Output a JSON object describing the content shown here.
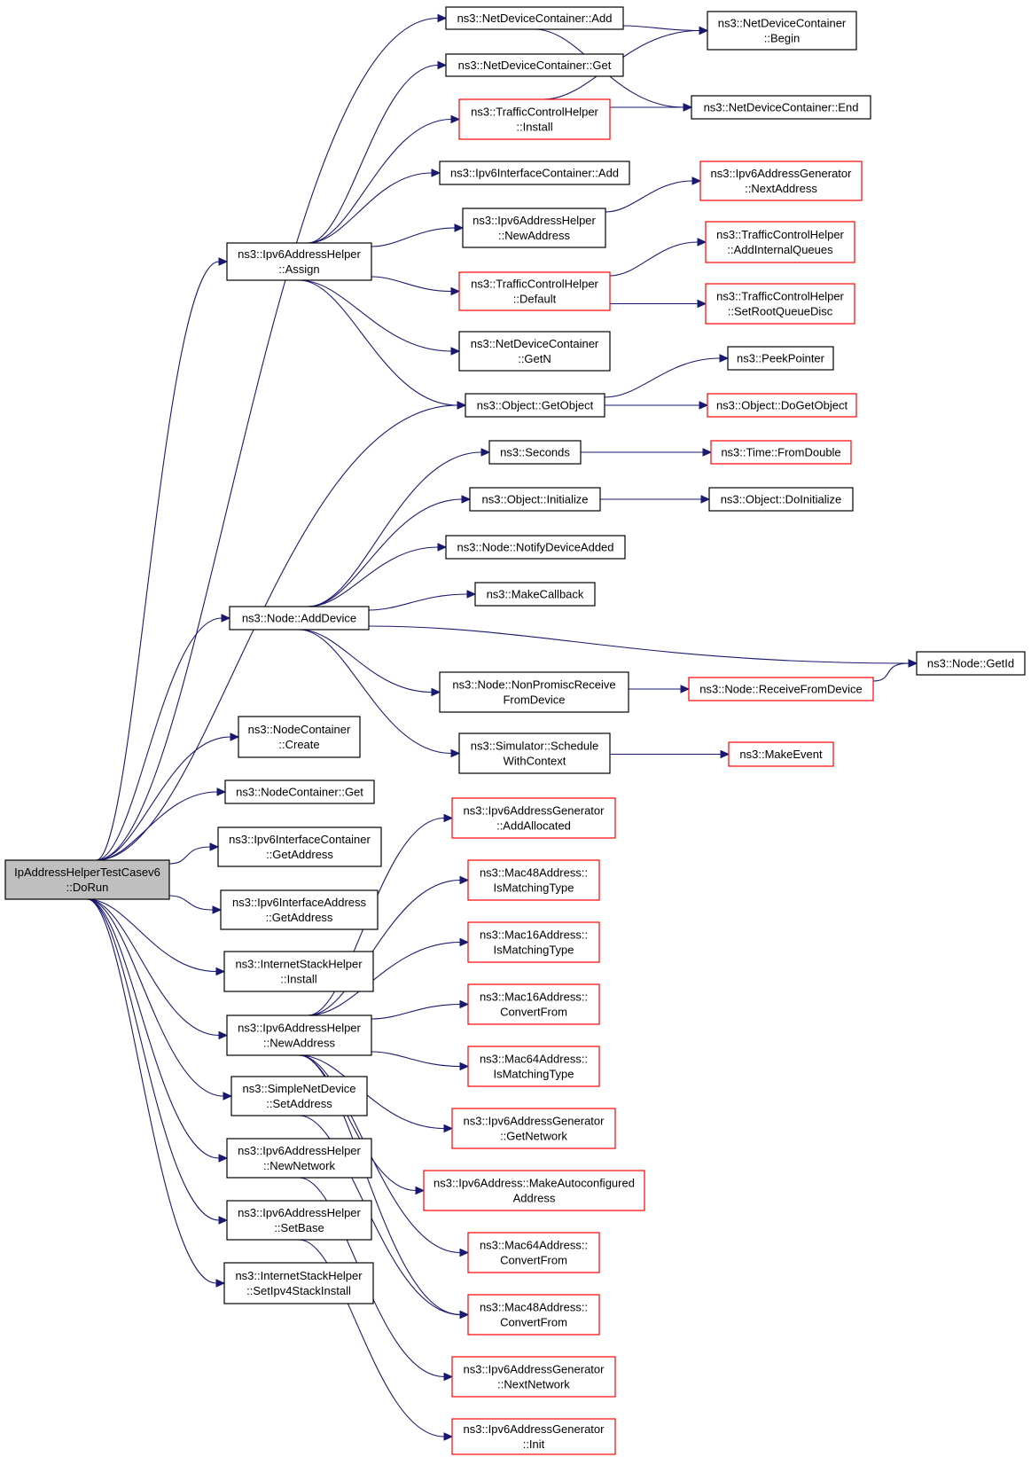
{
  "colors": {
    "edge": "#191970",
    "border_default": "#000000",
    "border_external": "#ff0000",
    "root_fill": "#bfbfbf",
    "node_fill": "#ffffff"
  },
  "nodes": [
    {
      "id": "root",
      "lines": [
        "IpAddressHelperTestCasev6",
        "::DoRun"
      ],
      "kind": "root"
    },
    {
      "id": "ndc_add",
      "lines": [
        "ns3::NetDeviceContainer::Add"
      ],
      "kind": "default"
    },
    {
      "id": "ndc_get",
      "lines": [
        "ns3::NetDeviceContainer::Get"
      ],
      "kind": "default"
    },
    {
      "id": "tch_install",
      "lines": [
        "ns3::TrafficControlHelper",
        "::Install"
      ],
      "kind": "external"
    },
    {
      "id": "ndc_begin",
      "lines": [
        "ns3::NetDeviceContainer",
        "::Begin"
      ],
      "kind": "default"
    },
    {
      "id": "ndc_end",
      "lines": [
        "ns3::NetDeviceContainer::End"
      ],
      "kind": "default"
    },
    {
      "id": "v6ic_add",
      "lines": [
        "ns3::Ipv6InterfaceContainer::Add"
      ],
      "kind": "default"
    },
    {
      "id": "v6ag_nextaddr",
      "lines": [
        "ns3::Ipv6AddressGenerator",
        "::NextAddress"
      ],
      "kind": "external"
    },
    {
      "id": "v6ah_newaddr_top",
      "lines": [
        "ns3::Ipv6AddressHelper",
        "::NewAddress"
      ],
      "kind": "default"
    },
    {
      "id": "v6ah_assign",
      "lines": [
        "ns3::Ipv6AddressHelper",
        "::Assign"
      ],
      "kind": "default"
    },
    {
      "id": "tch_addinternal",
      "lines": [
        "ns3::TrafficControlHelper",
        "::AddInternalQueues"
      ],
      "kind": "external"
    },
    {
      "id": "tch_default",
      "lines": [
        "ns3::TrafficControlHelper",
        "::Default"
      ],
      "kind": "external"
    },
    {
      "id": "tch_setroot",
      "lines": [
        "ns3::TrafficControlHelper",
        "::SetRootQueueDisc"
      ],
      "kind": "external"
    },
    {
      "id": "ndc_getn",
      "lines": [
        "ns3::NetDeviceContainer",
        "::GetN"
      ],
      "kind": "default"
    },
    {
      "id": "peekpointer",
      "lines": [
        "ns3::PeekPointer"
      ],
      "kind": "default"
    },
    {
      "id": "obj_getobject",
      "lines": [
        "ns3::Object::GetObject"
      ],
      "kind": "default"
    },
    {
      "id": "obj_dogetobject",
      "lines": [
        "ns3::Object::DoGetObject"
      ],
      "kind": "external"
    },
    {
      "id": "seconds",
      "lines": [
        "ns3::Seconds"
      ],
      "kind": "default"
    },
    {
      "id": "time_fromdouble",
      "lines": [
        "ns3::Time::FromDouble"
      ],
      "kind": "external"
    },
    {
      "id": "obj_initialize",
      "lines": [
        "ns3::Object::Initialize"
      ],
      "kind": "default"
    },
    {
      "id": "obj_doinitialize",
      "lines": [
        "ns3::Object::DoInitialize"
      ],
      "kind": "default"
    },
    {
      "id": "node_notify",
      "lines": [
        "ns3::Node::NotifyDeviceAdded"
      ],
      "kind": "default"
    },
    {
      "id": "makecallback",
      "lines": [
        "ns3::MakeCallback"
      ],
      "kind": "default"
    },
    {
      "id": "node_adddevice",
      "lines": [
        "ns3::Node::AddDevice"
      ],
      "kind": "default"
    },
    {
      "id": "node_getid",
      "lines": [
        "ns3::Node::GetId"
      ],
      "kind": "default"
    },
    {
      "id": "node_nonpromisc",
      "lines": [
        "ns3::Node::NonPromiscReceive",
        "FromDevice"
      ],
      "kind": "default"
    },
    {
      "id": "node_receivefrom",
      "lines": [
        "ns3::Node::ReceiveFromDevice"
      ],
      "kind": "external"
    },
    {
      "id": "sim_schedule",
      "lines": [
        "ns3::Simulator::Schedule",
        "WithContext"
      ],
      "kind": "default"
    },
    {
      "id": "makeevent",
      "lines": [
        "ns3::MakeEvent"
      ],
      "kind": "external"
    },
    {
      "id": "nc_create",
      "lines": [
        "ns3::NodeContainer",
        "::Create"
      ],
      "kind": "default"
    },
    {
      "id": "nc_get",
      "lines": [
        "ns3::NodeContainer::Get"
      ],
      "kind": "default"
    },
    {
      "id": "v6ic_getaddress",
      "lines": [
        "ns3::Ipv6InterfaceContainer",
        "::GetAddress"
      ],
      "kind": "default"
    },
    {
      "id": "v6ia_getaddress",
      "lines": [
        "ns3::Ipv6InterfaceAddress",
        "::GetAddress"
      ],
      "kind": "default"
    },
    {
      "id": "ish_install",
      "lines": [
        "ns3::InternetStackHelper",
        "::Install"
      ],
      "kind": "default"
    },
    {
      "id": "v6ah_newaddr",
      "lines": [
        "ns3::Ipv6AddressHelper",
        "::NewAddress"
      ],
      "kind": "default"
    },
    {
      "id": "snd_setaddress",
      "lines": [
        "ns3::SimpleNetDevice",
        "::SetAddress"
      ],
      "kind": "default"
    },
    {
      "id": "v6ah_newnetwork",
      "lines": [
        "ns3::Ipv6AddressHelper",
        "::NewNetwork"
      ],
      "kind": "default"
    },
    {
      "id": "v6ah_setbase",
      "lines": [
        "ns3::Ipv6AddressHelper",
        "::SetBase"
      ],
      "kind": "default"
    },
    {
      "id": "ish_setipv4",
      "lines": [
        "ns3::InternetStackHelper",
        "::SetIpv4StackInstall"
      ],
      "kind": "default"
    },
    {
      "id": "v6ag_addalloc",
      "lines": [
        "ns3::Ipv6AddressGenerator",
        "::AddAllocated"
      ],
      "kind": "external"
    },
    {
      "id": "mac48_ismatch",
      "lines": [
        "ns3::Mac48Address::",
        "IsMatchingType"
      ],
      "kind": "external"
    },
    {
      "id": "mac16_ismatch",
      "lines": [
        "ns3::Mac16Address::",
        "IsMatchingType"
      ],
      "kind": "external"
    },
    {
      "id": "mac16_convert",
      "lines": [
        "ns3::Mac16Address::",
        "ConvertFrom"
      ],
      "kind": "external"
    },
    {
      "id": "mac64_ismatch",
      "lines": [
        "ns3::Mac64Address::",
        "IsMatchingType"
      ],
      "kind": "external"
    },
    {
      "id": "v6ag_getnetwork",
      "lines": [
        "ns3::Ipv6AddressGenerator",
        "::GetNetwork"
      ],
      "kind": "external"
    },
    {
      "id": "v6a_makeauto",
      "lines": [
        "ns3::Ipv6Address::MakeAutoconfigured",
        "Address"
      ],
      "kind": "external"
    },
    {
      "id": "mac64_convert",
      "lines": [
        "ns3::Mac64Address::",
        "ConvertFrom"
      ],
      "kind": "external"
    },
    {
      "id": "mac48_convert",
      "lines": [
        "ns3::Mac48Address::",
        "ConvertFrom"
      ],
      "kind": "external"
    },
    {
      "id": "v6ag_nextnetwork",
      "lines": [
        "ns3::Ipv6AddressGenerator",
        "::NextNetwork"
      ],
      "kind": "external"
    },
    {
      "id": "v6ag_init",
      "lines": [
        "ns3::Ipv6AddressGenerator",
        "::Init"
      ],
      "kind": "external"
    }
  ],
  "edges": [
    [
      "root",
      "v6ah_assign"
    ],
    [
      "root",
      "obj_getobject"
    ],
    [
      "root",
      "node_adddevice"
    ],
    [
      "root",
      "nc_create"
    ],
    [
      "root",
      "nc_get"
    ],
    [
      "root",
      "v6ic_getaddress"
    ],
    [
      "root",
      "v6ia_getaddress"
    ],
    [
      "root",
      "ish_install"
    ],
    [
      "root",
      "v6ah_newaddr"
    ],
    [
      "root",
      "snd_setaddress"
    ],
    [
      "root",
      "v6ah_newnetwork"
    ],
    [
      "root",
      "v6ah_setbase"
    ],
    [
      "root",
      "ish_setipv4"
    ],
    [
      "root",
      "ndc_add"
    ],
    [
      "ndc_add",
      "ndc_begin"
    ],
    [
      "ndc_add",
      "ndc_end"
    ],
    [
      "tch_install",
      "ndc_begin"
    ],
    [
      "tch_install",
      "ndc_end"
    ],
    [
      "v6ah_assign",
      "ndc_get"
    ],
    [
      "v6ah_assign",
      "tch_install"
    ],
    [
      "v6ah_assign",
      "v6ic_add"
    ],
    [
      "v6ah_assign",
      "v6ah_newaddr_top"
    ],
    [
      "v6ah_assign",
      "tch_default"
    ],
    [
      "v6ah_assign",
      "ndc_getn"
    ],
    [
      "v6ah_assign",
      "obj_getobject"
    ],
    [
      "v6ah_newaddr_top",
      "v6ag_nextaddr"
    ],
    [
      "tch_default",
      "tch_addinternal"
    ],
    [
      "tch_default",
      "tch_setroot"
    ],
    [
      "obj_getobject",
      "peekpointer"
    ],
    [
      "obj_getobject",
      "obj_dogetobject"
    ],
    [
      "seconds",
      "time_fromdouble"
    ],
    [
      "obj_initialize",
      "obj_doinitialize"
    ],
    [
      "node_adddevice",
      "seconds"
    ],
    [
      "node_adddevice",
      "obj_initialize"
    ],
    [
      "node_adddevice",
      "node_notify"
    ],
    [
      "node_adddevice",
      "makecallback"
    ],
    [
      "node_adddevice",
      "node_getid"
    ],
    [
      "node_adddevice",
      "node_nonpromisc"
    ],
    [
      "node_adddevice",
      "sim_schedule"
    ],
    [
      "node_nonpromisc",
      "node_receivefrom"
    ],
    [
      "node_receivefrom",
      "node_getid"
    ],
    [
      "sim_schedule",
      "makeevent"
    ],
    [
      "v6ah_newaddr",
      "v6ag_addalloc"
    ],
    [
      "v6ah_newaddr",
      "mac48_ismatch"
    ],
    [
      "v6ah_newaddr",
      "mac16_ismatch"
    ],
    [
      "v6ah_newaddr",
      "mac16_convert"
    ],
    [
      "v6ah_newaddr",
      "mac64_ismatch"
    ],
    [
      "v6ah_newaddr",
      "v6ag_getnetwork"
    ],
    [
      "v6ah_newaddr",
      "v6a_makeauto"
    ],
    [
      "v6ah_newaddr",
      "mac64_convert"
    ],
    [
      "v6ah_newaddr",
      "mac48_convert"
    ],
    [
      "snd_setaddress",
      "mac48_convert"
    ],
    [
      "v6ah_newnetwork",
      "v6ag_nextnetwork"
    ],
    [
      "v6ah_setbase",
      "v6ag_init"
    ]
  ]
}
